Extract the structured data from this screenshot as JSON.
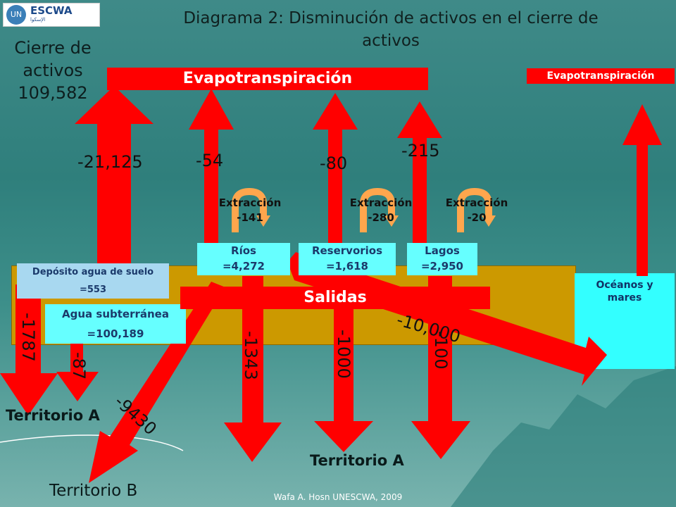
{
  "title": "Diagrama 2: Disminución de activos en el cierre de activos",
  "cierre": {
    "line1": "Cierre de",
    "line2": "activos",
    "value": "109,582"
  },
  "logo": {
    "text": "ESCWA",
    "sub": "الإسكوا"
  },
  "evap_main": "Evapotranspiración",
  "evap_small": "Evapotranspiración",
  "up_values": {
    "suelo": "-21,125",
    "rios": "-54",
    "reservorios": "-80",
    "lagos": "-215"
  },
  "extraccion": [
    {
      "label": "Extracción",
      "value": "-141"
    },
    {
      "label": "Extracción",
      "value": "-280"
    },
    {
      "label": "Extracción",
      "value": "-20"
    }
  ],
  "boxes": {
    "rios": {
      "name": "Ríos",
      "value": "=4,272"
    },
    "reservorios": {
      "name": "Reservorios",
      "value": "=1,618"
    },
    "lagos": {
      "name": "Lagos",
      "value": "=2,950"
    },
    "deposito": {
      "name": "Depósito agua de suelo",
      "value": "=553"
    },
    "subterranea": {
      "name": "Agua subterránea",
      "value": "=100,189"
    },
    "oceanos": {
      "line1": "Océanos y",
      "line2": "mares"
    }
  },
  "salidas": "Salidas",
  "down_values": {
    "a": "-1787",
    "b": "-87",
    "rios": "-1343",
    "reservorios": "-1000",
    "lagos": "-100",
    "oceano": "-10,000",
    "territorioB": "-9430"
  },
  "territorio_a_left": "Territorio A",
  "territorio_a_center": "Territorio A",
  "territorio_b": "Territorio B",
  "footer": "Wafa A. Hosn UNESCWA,  2009",
  "colors": {
    "arrow": "#ff0000",
    "ground": "#cc9900",
    "ocean": "#33ffff",
    "box": "#66ffff",
    "extraction": "#ffa64d"
  }
}
